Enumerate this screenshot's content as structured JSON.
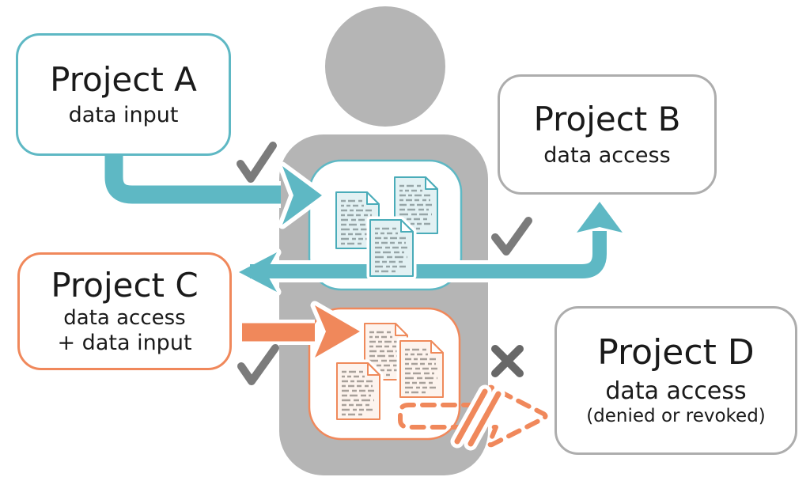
{
  "boxes": {
    "project_a": {
      "title": "Project A",
      "subtitle": "data input"
    },
    "project_b": {
      "title": "Project B",
      "subtitle": "data access"
    },
    "project_c": {
      "title": "Project C",
      "subtitle": "data access",
      "subtitle2": "+ data input"
    },
    "project_d": {
      "title": "Project D",
      "subtitle": "data access",
      "note": "(denied or revoked)"
    }
  },
  "icons": {
    "person_icon": "gray human silhouette holding data documents",
    "document_icon": "page with folded corner and text lines",
    "checkmark_icon": "✓",
    "cross_icon": "✕",
    "block_arrow_icon": "solid block arrow",
    "dashed_arrow_icon": "dashed outline arrow crossed by double slash (denied)"
  },
  "colors": {
    "teal": "#5eb8c4",
    "orange": "#f0885b",
    "person_gray": "#b5b5b5",
    "box_border_gray": "#adadad",
    "check_gray": "#7b7b7b",
    "cross_gray": "#686868",
    "text": "#1a1a1a",
    "teal_doc_bg": "#e2f1f3",
    "teal_doc_border": "#4aacb9",
    "teal_doc_line": "#97a6a8",
    "orange_doc_bg": "#fdf3ed",
    "orange_doc_border": "#ef8a5b",
    "orange_doc_line": "#a8a19b"
  }
}
